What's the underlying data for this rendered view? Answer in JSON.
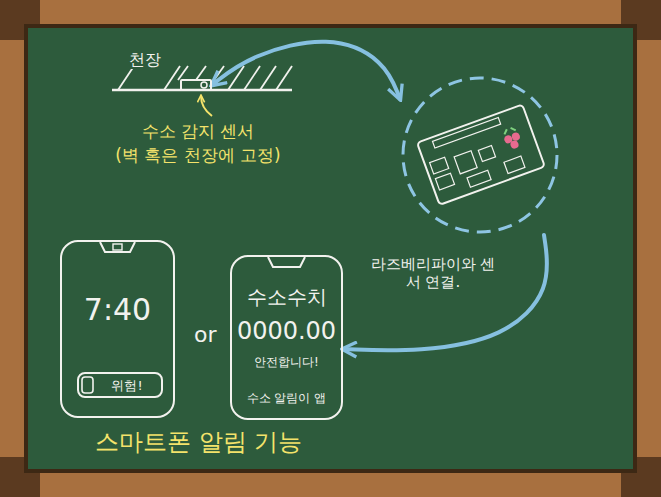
{
  "diagram": {
    "nodes": [
      {
        "text": [
          "수소 감지 센서",
          "(벽 혹은 천장에 고정)"
        ]
      },
      {
        "text": [
          "라즈베리파이와 센서 연결."
        ]
      },
      {
        "text": [
          "7:40"
        ]
      },
      {
        "text": [
          "위험!"
        ],
        "in": 2
      },
      {
        "text": [
          "수소수치",
          "0000.00",
          "안전합니다!",
          "수소 알림이 앱"
        ]
      }
    ],
    "edges": [
      {
        "from": 0,
        "to": 1,
        "arrow": "both"
      },
      {
        "from": 1,
        "to": 4,
        "arrow": "to"
      }
    ],
    "labels": [
      "천장",
      "or",
      "스마트폰 알림 기능"
    ]
  }
}
